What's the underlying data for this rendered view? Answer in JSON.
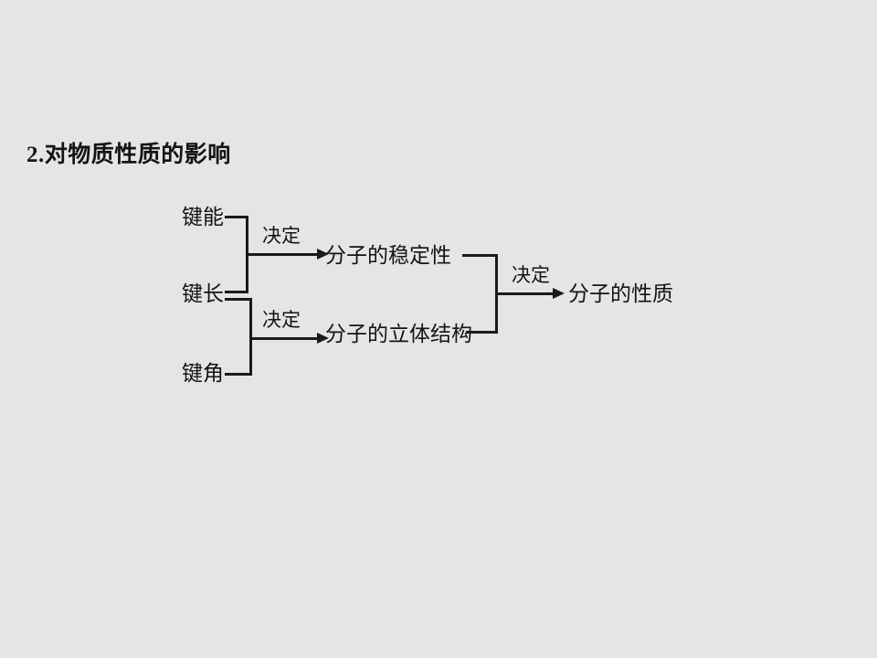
{
  "slide": {
    "title": "2.对物质性质的影响",
    "background_color": "#e6e4e5",
    "text_color": "#141414",
    "line_color": "#1a1a1a"
  },
  "diagram": {
    "left_nodes": [
      {
        "label": "键能"
      },
      {
        "label": "键长"
      },
      {
        "label": "键角"
      }
    ],
    "mid_nodes": [
      {
        "label": "分子的稳定性"
      },
      {
        "label": "分子的立体结构"
      }
    ],
    "right_node": {
      "label": "分子的性质"
    },
    "arrow_labels": [
      {
        "label": "决定"
      },
      {
        "label": "决定"
      },
      {
        "label": "决定"
      }
    ]
  }
}
